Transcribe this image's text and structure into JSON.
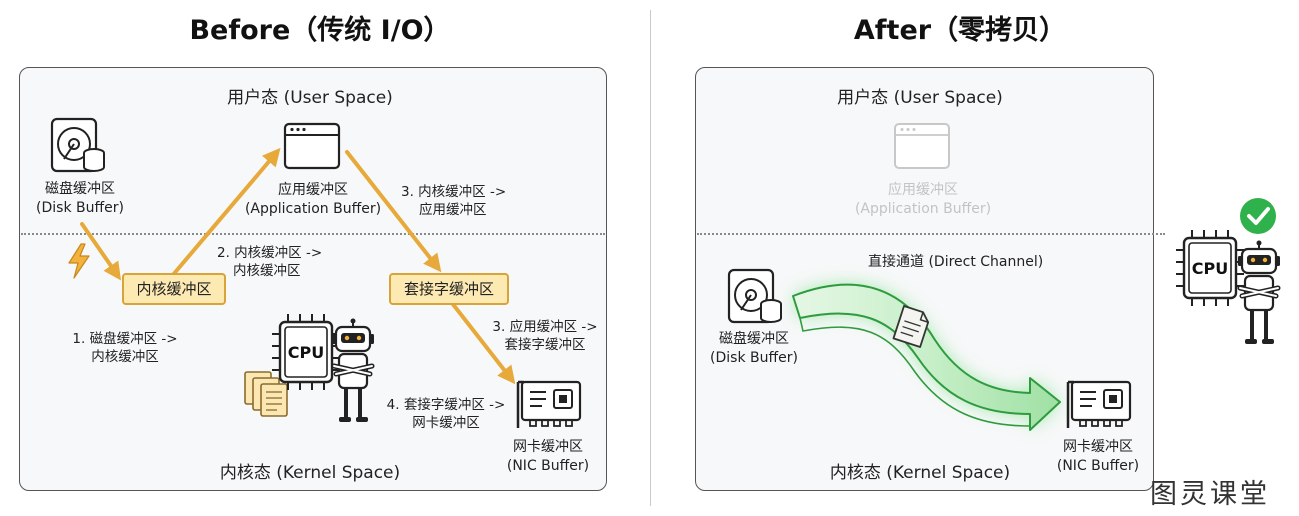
{
  "titles": {
    "before": "Before（传统 I/O）",
    "after": "After（零拷贝）"
  },
  "before": {
    "user_space": "用户态 (User Space)",
    "kernel_space": "内核态 (Kernel Space)",
    "disk_buffer": {
      "cn": "磁盘缓冲区",
      "en": "(Disk Buffer)"
    },
    "app_buffer": {
      "cn": "应用缓冲区",
      "en": "(Application Buffer)"
    },
    "kernel_buffer": "内核缓冲区",
    "socket_buffer": "套接字缓冲区",
    "nic_buffer": {
      "cn": "网卡缓冲区",
      "en": "(NIC Buffer)"
    },
    "cpu_label": "CPU",
    "steps": {
      "s1": [
        "1. 磁盘缓冲区 ->",
        "内核缓冲区"
      ],
      "s2": [
        "2. 内核缓冲区 ->",
        "内核缓冲区"
      ],
      "s3a": [
        "3. 内核缓冲区 ->",
        "应用缓冲区"
      ],
      "s3b": [
        "3. 应用缓冲区 ->",
        "套接字缓冲区"
      ],
      "s4": [
        "4. 套接字缓冲区 ->",
        "网卡缓冲区"
      ]
    }
  },
  "after": {
    "user_space": "用户态 (User Space)",
    "kernel_space": "内核态 (Kernel Space)",
    "app_buffer": {
      "cn": "应用缓冲区",
      "en": "(Application Buffer)"
    },
    "direct_channel": "直接通道 (Direct Channel)",
    "disk_buffer": {
      "cn": "磁盘缓冲区",
      "en": "(Disk Buffer)"
    },
    "nic_buffer": {
      "cn": "网卡缓冲区",
      "en": "(NIC Buffer)"
    },
    "cpu_label": "CPU"
  },
  "watermark": "图灵课堂",
  "colors": {
    "arrow_orange": "#e6a93a",
    "buffer_fill": "#fde9b2",
    "channel_green": "#3ecf5a",
    "check_green": "#2fb14b"
  }
}
